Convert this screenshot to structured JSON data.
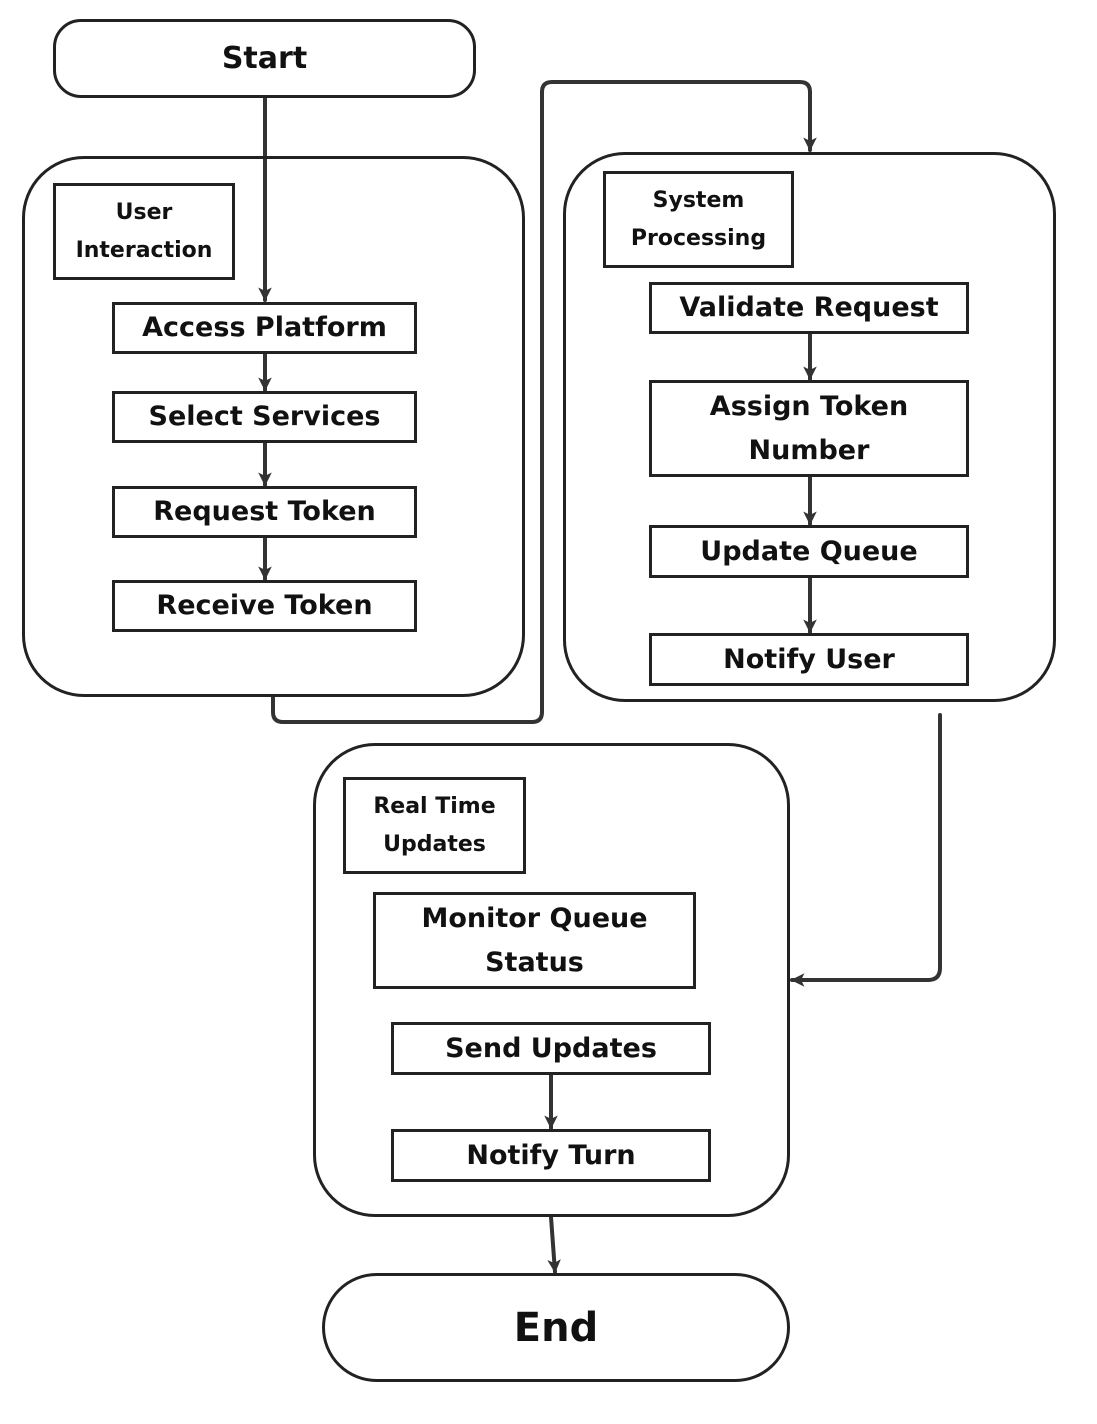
{
  "start": "Start",
  "end": "End",
  "lanes": {
    "user": {
      "title": "User\nInteraction",
      "steps": [
        "Access Platform",
        "Select Services",
        "Request Token",
        "Receive Token"
      ]
    },
    "system": {
      "title": "System\nProcessing",
      "steps": [
        "Validate Request",
        "Assign Token\nNumber",
        "Update Queue",
        "Notify User"
      ]
    },
    "realtime": {
      "title": "Real Time\nUpdates",
      "steps": [
        "Monitor Queue\nStatus",
        "Send Updates",
        "Notify Turn"
      ]
    }
  }
}
